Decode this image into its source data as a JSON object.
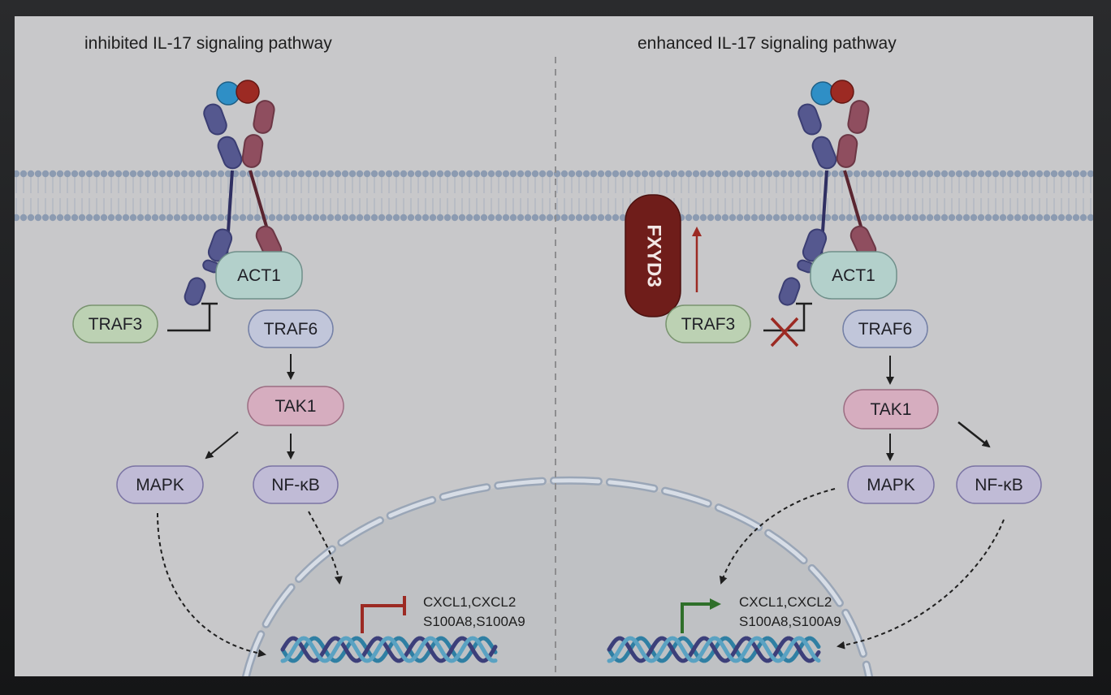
{
  "panels": {
    "left": {
      "title": "inhibited IL-17 signaling pathway",
      "act1": "ACT1",
      "traf3": "TRAF3",
      "traf6": "TRAF6",
      "tak1": "TAK1",
      "mapk": "MAPK",
      "nfkb": "NF-κB",
      "genes_line1": "CXCL1,CXCL2",
      "genes_line2": "S100A8,S100A9"
    },
    "right": {
      "title": "enhanced IL-17 signaling pathway",
      "fxyd3": "FXYD3",
      "act1": "ACT1",
      "traf3": "TRAF3",
      "traf6": "TRAF6",
      "tak1": "TAK1",
      "mapk": "MAPK",
      "nfkb": "NF-κB",
      "genes_line1": "CXCL1,CXCL2",
      "genes_line2": "S100A8,S100A9"
    }
  },
  "colors": {
    "background": "#c8c8ca",
    "membrane_head": "#8c9bb1",
    "receptor_blue": "#55588f",
    "receptor_red": "#8f4e5f",
    "act1_fill": "#b3d0cb",
    "traf3_fill": "#bcd1b3",
    "traf6_fill": "#c1c6da",
    "tak1_fill": "#d6adbf",
    "mapk_nfkb_fill": "#c0bbd6",
    "fxyd3_fill": "#6f1d1a",
    "inhibit_red": "#9c2a23",
    "activate_green": "#2f6f2a"
  }
}
